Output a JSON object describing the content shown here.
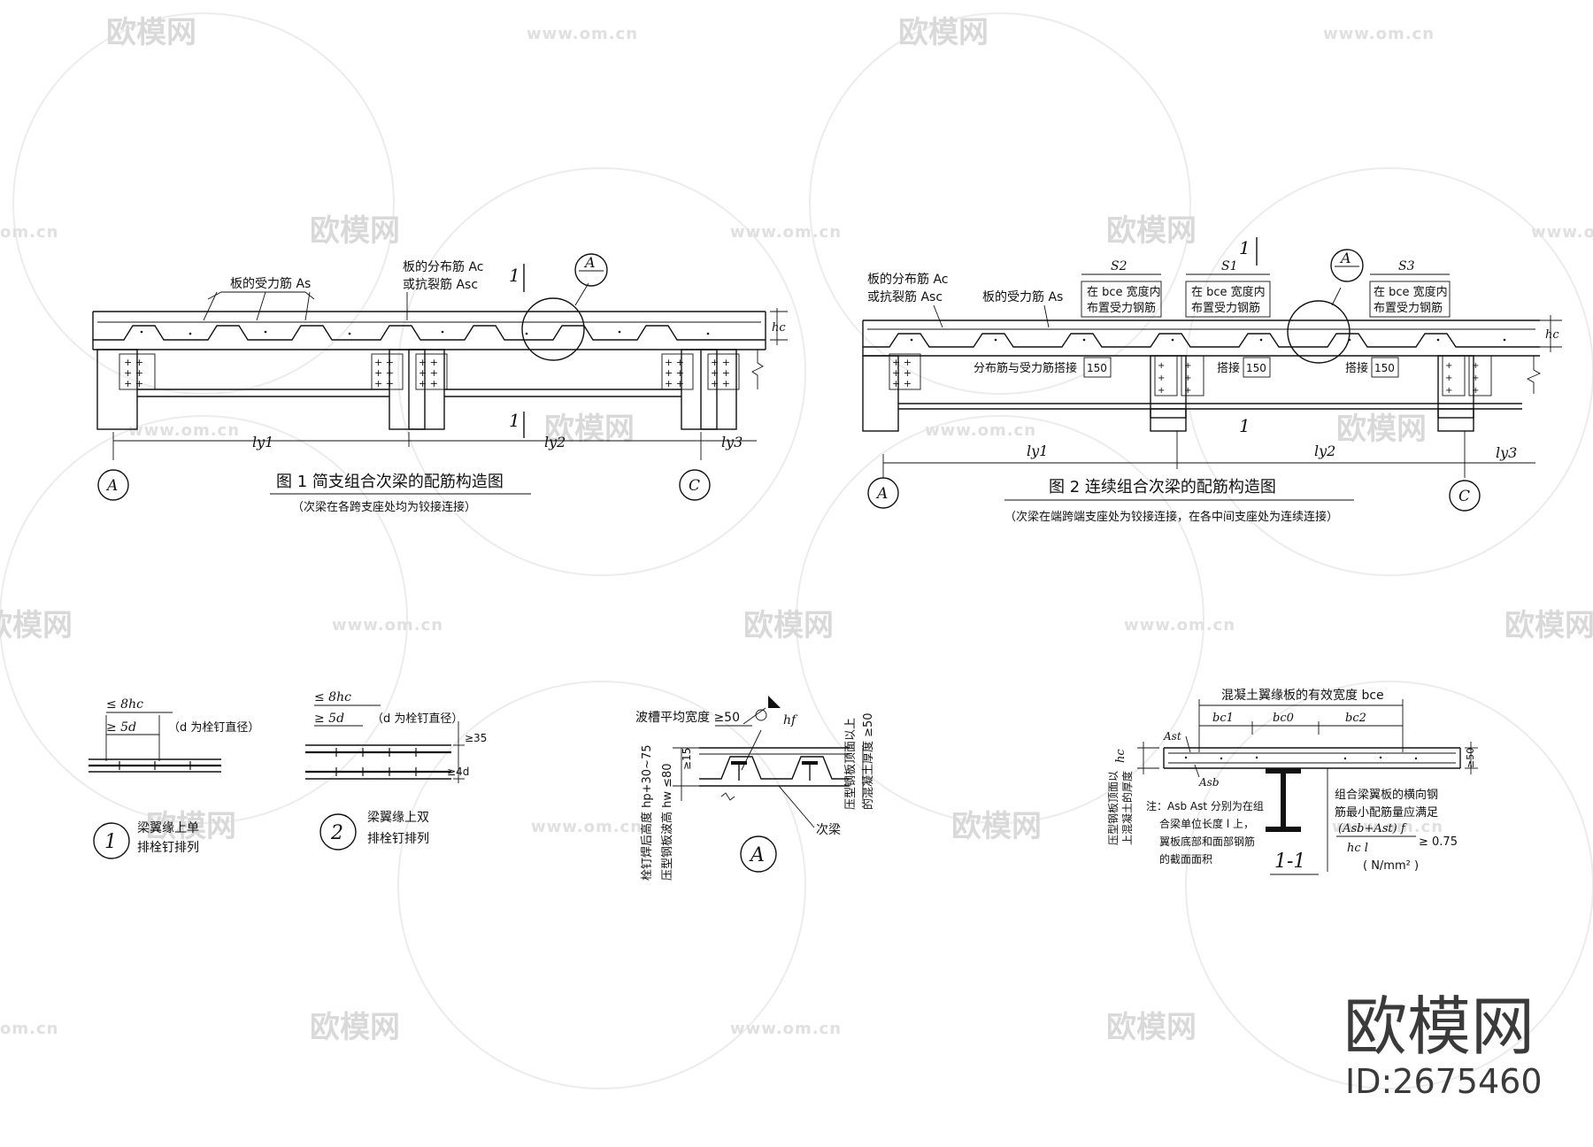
{
  "watermark": {
    "logo_text": "欧模网",
    "url_text": "www.om.cn",
    "url_short": "om.cn"
  },
  "brand": {
    "name": "欧模网",
    "id": "ID:2675460"
  },
  "fig1": {
    "title": "图 1  简支组合次梁的配筋构造图",
    "subtitle": "（次梁在各跨支座处均为铰接连接）",
    "label_rebar": "板的受力筋 As",
    "label_dist_1": "板的分布筋 Ac",
    "label_dist_2": "或抗裂筋 Asc",
    "section_mark": "1",
    "detail_mark": "A",
    "hc": "hc",
    "span_1": "ly1",
    "span_2": "ly2",
    "span_3": "ly3",
    "axis_a": "A",
    "axis_c": "C"
  },
  "fig2": {
    "title": "图 2  连续组合次梁的配筋构造图",
    "subtitle": "（次梁在端跨端支座处为铰接连接，在各中间支座处为连续连接）",
    "label_dist_1": "板的分布筋 Ac",
    "label_dist_2": "或抗裂筋 Asc",
    "label_rebar": "板的受力筋 As",
    "s1": "S1",
    "s2": "S2",
    "s3": "S3",
    "bce_note_1": "在 bce 宽度内",
    "bce_note_2": "布置受力钢筋",
    "lap_full": "分布筋与受力筋搭接",
    "lap": "搭接",
    "dim_150": "150",
    "section_mark": "1",
    "detail_mark": "A",
    "hc": "hc",
    "span_1": "ly1",
    "span_2": "ly2",
    "span_3": "ly3",
    "axis_a": "A",
    "axis_c": "C"
  },
  "det1": {
    "dim_top": "≤ 8hc",
    "dim_min": "≥ 5d",
    "note": "（d 为栓钉直径）",
    "num": "1",
    "cap_1": "梁翼缘上单",
    "cap_2": "排栓钉排列"
  },
  "det2": {
    "dim_top": "≤ 8hc",
    "dim_min": "≥ 5d",
    "note": "（d 为栓钉直径）",
    "dim_35": "≥35",
    "dim_4d": "≥4d",
    "num": "2",
    "cap_1": "梁翼缘上双",
    "cap_2": "排栓钉排列"
  },
  "detA": {
    "rib_width": "波槽平均宽度 ≥50",
    "hf": "hf",
    "v_text_1": "栓钉焊后高度 hp+30~75",
    "v_text_2": "压型钢板波高 hw ≤80",
    "dim_15": "≥15",
    "beam": "次梁",
    "right_1": "压型钢板顶面以上",
    "right_2": "的混凝土厚度 ≥50",
    "label": "A"
  },
  "det11": {
    "top_label": "混凝土翼缘板的有效宽度 bce",
    "bc1": "bc1",
    "bc0": "bc0",
    "bc2": "bc2",
    "ast": "Ast",
    "asb": "Asb",
    "hc": "hc",
    "dim_50": "≥50",
    "left_v1": "压型钢板顶面以",
    "left_v2": "上混凝土的厚度",
    "note_1": "注：Asb Ast 分别为在组",
    "note_2": "合梁单位长度 l 上，",
    "note_3": "翼板底部和面部钢筋",
    "note_4": "的截面面积",
    "right_1": "组合梁翼板的横向钢",
    "right_2": "筋最小配筋量应满足",
    "formula_top": "(Asb+Ast) f",
    "formula_bot": "hc l",
    "formula_ge": "≥ 0.75",
    "unit": "( N/mm² )",
    "label": "1-1"
  }
}
